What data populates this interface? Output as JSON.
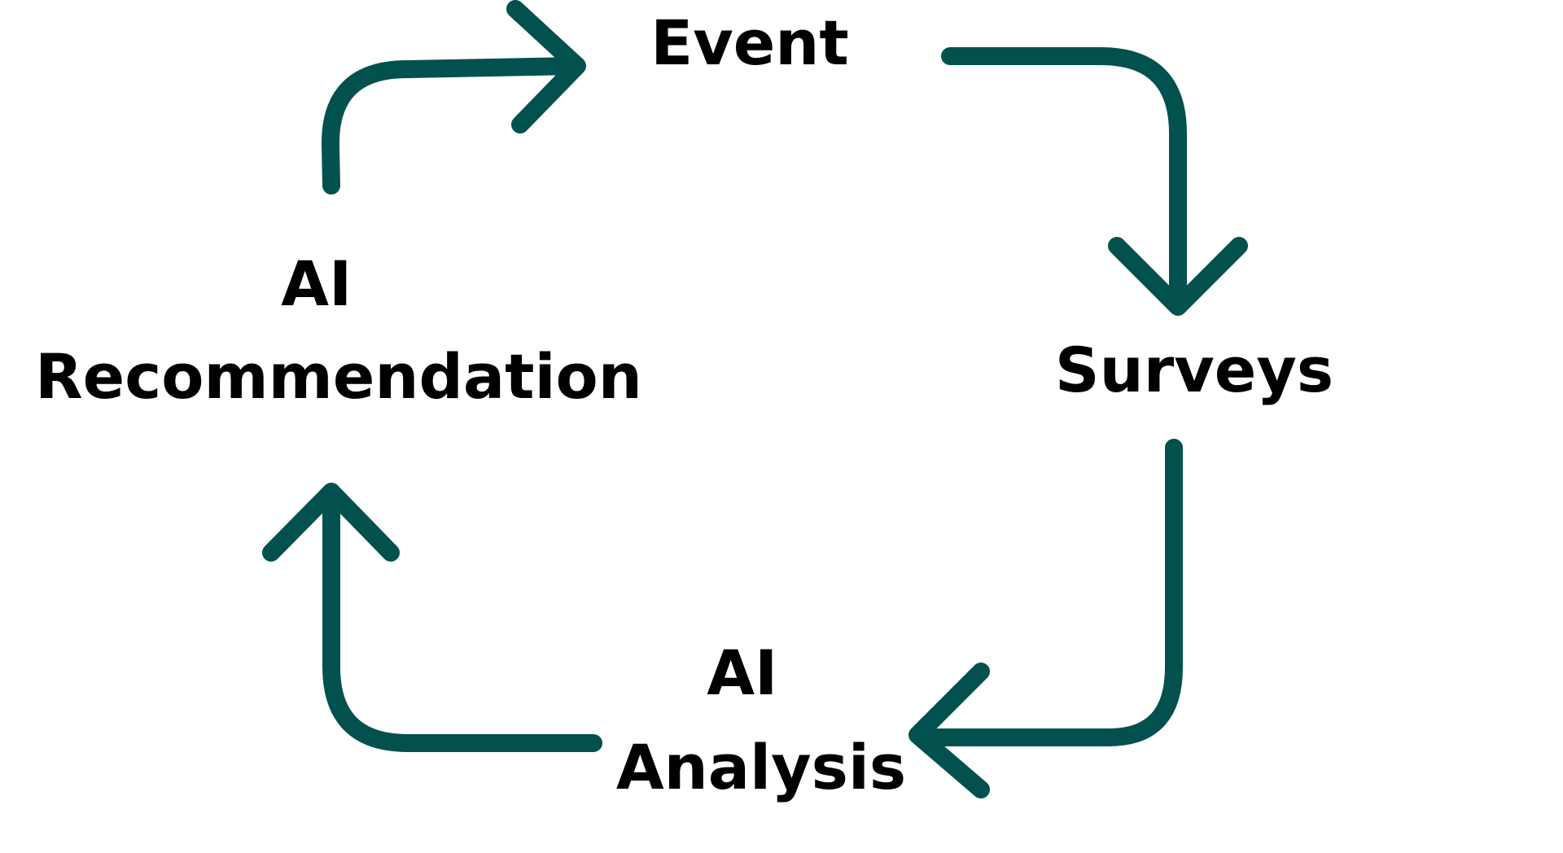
{
  "diagram": {
    "nodes": {
      "event": {
        "lines": [
          "Event"
        ]
      },
      "surveys": {
        "lines": [
          "Surveys"
        ]
      },
      "ai_analysis": {
        "lines": [
          "AI",
          "Analysis"
        ]
      },
      "ai_recommendation": {
        "lines": [
          "AI",
          "Recommendation"
        ]
      }
    },
    "edges": [
      {
        "from": "ai_recommendation",
        "to": "event"
      },
      {
        "from": "event",
        "to": "surveys"
      },
      {
        "from": "surveys",
        "to": "ai_analysis"
      },
      {
        "from": "ai_analysis",
        "to": "ai_recommendation"
      }
    ],
    "colors": {
      "arrow": "#03514F",
      "text": "#000000",
      "background": "#FFFFFF"
    }
  }
}
